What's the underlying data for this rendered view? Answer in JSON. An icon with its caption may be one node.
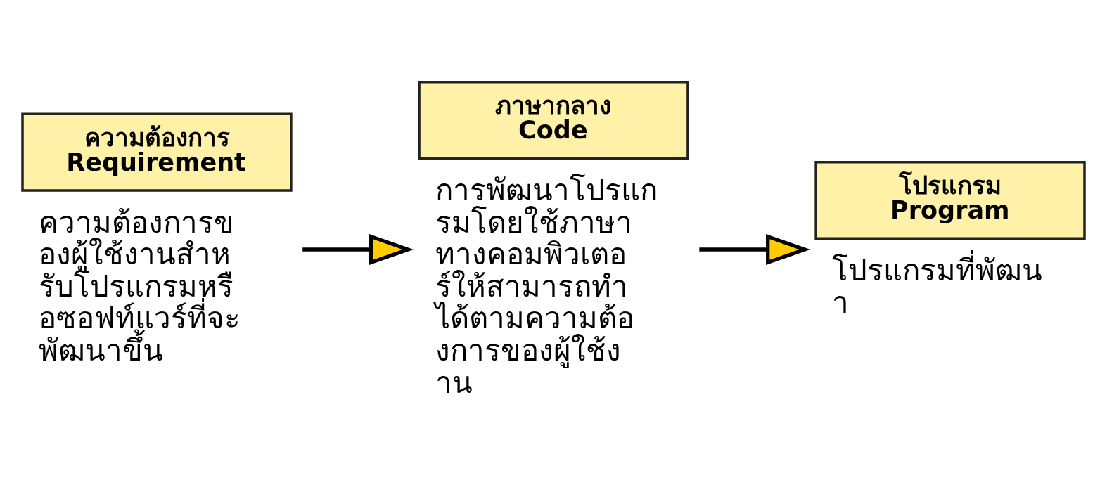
{
  "diagram": {
    "nodes": [
      {
        "text": [
          "ความต้องการ",
          "Requirement"
        ],
        "beside": [
          "ความต้องการของผู้ใช้งานสำหรับโปรแกรมหรือซอฟท์แวร์ที่จะพัฒนาขึ้น"
        ]
      },
      {
        "text": [
          "ภาษากลาง",
          "Code"
        ],
        "beside": [
          "การพัฒนาโปรแกรมโดยใช้ภาษาทางคอมพิวเตอร์ให้สามารถทำได้ตามความต้องการของผู้ใช้งาน"
        ]
      },
      {
        "text": [
          "โปรแกรม",
          "Program"
        ],
        "beside": [
          "โปรแกรมที่พัฒนา"
        ]
      }
    ],
    "edges": [
      {
        "from": 0,
        "to": 1,
        "arrow": "to"
      },
      {
        "from": 1,
        "to": 2,
        "arrow": "to"
      }
    ]
  }
}
